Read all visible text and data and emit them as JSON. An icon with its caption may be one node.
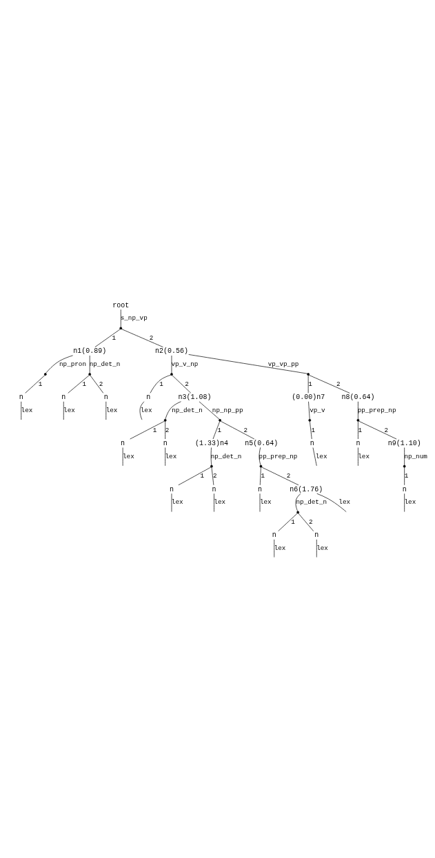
{
  "diagram": {
    "nodes": [
      {
        "text": [
          "root"
        ]
      },
      {
        "text": [],
        "shape": "point"
      },
      {
        "text": [
          "n1(0.89)"
        ]
      },
      {
        "text": [],
        "shape": "point"
      },
      {
        "text": [
          "n"
        ]
      },
      {
        "text": [],
        "shape": "point"
      },
      {
        "text": [
          "n"
        ]
      },
      {
        "text": [
          "n"
        ]
      },
      {
        "text": [
          "n2(0.56)"
        ]
      },
      {
        "text": [],
        "shape": "point"
      },
      {
        "text": [
          "n"
        ]
      },
      {
        "text": [
          "n3(1.08)"
        ]
      },
      {
        "text": [],
        "shape": "point"
      },
      {
        "text": [
          "n"
        ]
      },
      {
        "text": [
          "n"
        ]
      },
      {
        "text": [],
        "shape": "point"
      },
      {
        "text": [
          "(1.33)n4"
        ]
      },
      {
        "text": [],
        "shape": "point"
      },
      {
        "text": [
          "n"
        ]
      },
      {
        "text": [
          "n"
        ]
      },
      {
        "text": [
          "n5(0.64)"
        ]
      },
      {
        "text": [],
        "shape": "point"
      },
      {
        "text": [
          "n"
        ]
      },
      {
        "text": [
          "n6(1.76)"
        ]
      },
      {
        "text": [],
        "shape": "point"
      },
      {
        "text": [
          "n"
        ]
      },
      {
        "text": [
          "n"
        ]
      },
      {
        "text": [],
        "shape": "point"
      },
      {
        "text": [
          "(0.00)n7"
        ]
      },
      {
        "text": [],
        "shape": "point"
      },
      {
        "text": [
          "n"
        ]
      },
      {
        "text": [
          "n8(0.64)"
        ]
      },
      {
        "text": [],
        "shape": "point"
      },
      {
        "text": [
          "n"
        ]
      },
      {
        "text": [
          "n9(1.10)"
        ]
      },
      {
        "text": [],
        "shape": "point"
      },
      {
        "text": [
          "n"
        ]
      }
    ],
    "edges": [
      {
        "from": 0,
        "to": 1,
        "arrow": "none",
        "label": "s_np_vp"
      },
      {
        "from": 1,
        "to": 2,
        "arrow": "none",
        "label": "1"
      },
      {
        "from": 1,
        "to": 8,
        "arrow": "none",
        "label": "2"
      },
      {
        "from": 2,
        "to": 3,
        "arrow": "none",
        "label": "np_pron"
      },
      {
        "from": 2,
        "to": 5,
        "arrow": "none",
        "label": "np_det_n"
      },
      {
        "from": 3,
        "to": 4,
        "arrow": "none",
        "label": "1"
      },
      {
        "from": 5,
        "to": 6,
        "arrow": "none",
        "label": "1"
      },
      {
        "from": 5,
        "to": 7,
        "arrow": "none",
        "label": "2"
      },
      {
        "from": 4,
        "to": null,
        "arrow": "none",
        "label": "lex"
      },
      {
        "from": 6,
        "to": null,
        "arrow": "none",
        "label": "lex"
      },
      {
        "from": 7,
        "to": null,
        "arrow": "none",
        "label": "lex"
      },
      {
        "from": 8,
        "to": 9,
        "arrow": "none",
        "label": "vp_v_np"
      },
      {
        "from": 8,
        "to": 27,
        "arrow": "none",
        "label": "vp_vp_pp"
      },
      {
        "from": 9,
        "to": 10,
        "arrow": "none",
        "label": "1"
      },
      {
        "from": 9,
        "to": 11,
        "arrow": "none",
        "label": "2"
      },
      {
        "from": 27,
        "to": 28,
        "arrow": "none",
        "label": "1"
      },
      {
        "from": 27,
        "to": 31,
        "arrow": "none",
        "label": "2"
      },
      {
        "from": 10,
        "to": null,
        "arrow": "none",
        "label": "lex"
      },
      {
        "from": 28,
        "to": 29,
        "arrow": "none",
        "label": "vp_v"
      },
      {
        "from": 31,
        "to": 32,
        "arrow": "none",
        "label": "pp_prep_np"
      },
      {
        "from": 11,
        "to": 12,
        "arrow": "none",
        "label": "np_det_n"
      },
      {
        "from": 11,
        "to": 15,
        "arrow": "none",
        "label": "np_np_pp"
      },
      {
        "from": 29,
        "to": 30,
        "arrow": "none",
        "label": "1"
      },
      {
        "from": 32,
        "to": 33,
        "arrow": "none",
        "label": "1"
      },
      {
        "from": 32,
        "to": 34,
        "arrow": "none",
        "label": "2"
      },
      {
        "from": 30,
        "to": null,
        "arrow": "none",
        "label": "lex"
      },
      {
        "from": 33,
        "to": null,
        "arrow": "none",
        "label": "lex"
      },
      {
        "from": 34,
        "to": 35,
        "arrow": "none",
        "label": "np_num"
      },
      {
        "from": 35,
        "to": 36,
        "arrow": "none",
        "label": "1"
      },
      {
        "from": 36,
        "to": null,
        "arrow": "none",
        "label": "lex"
      },
      {
        "from": 12,
        "to": 13,
        "arrow": "none",
        "label": "1"
      },
      {
        "from": 12,
        "to": 14,
        "arrow": "none",
        "label": "2"
      },
      {
        "from": 13,
        "to": null,
        "arrow": "none",
        "label": "lex"
      },
      {
        "from": 14,
        "to": null,
        "arrow": "none",
        "label": "lex"
      },
      {
        "from": 15,
        "to": 16,
        "arrow": "none",
        "label": "1"
      },
      {
        "from": 15,
        "to": 20,
        "arrow": "none",
        "label": "2"
      },
      {
        "from": 16,
        "to": 17,
        "arrow": "none",
        "label": "np_det_n"
      },
      {
        "from": 20,
        "to": 21,
        "arrow": "none",
        "label": "pp_prep_np"
      },
      {
        "from": 17,
        "to": 18,
        "arrow": "none",
        "label": "1"
      },
      {
        "from": 17,
        "to": 19,
        "arrow": "none",
        "label": "2"
      },
      {
        "from": 21,
        "to": 22,
        "arrow": "none",
        "label": "1"
      },
      {
        "from": 21,
        "to": 23,
        "arrow": "none",
        "label": "2"
      },
      {
        "from": 18,
        "to": null,
        "arrow": "none",
        "label": "lex"
      },
      {
        "from": 19,
        "to": null,
        "arrow": "none",
        "label": "lex"
      },
      {
        "from": 22,
        "to": null,
        "arrow": "none",
        "label": "lex"
      },
      {
        "from": 23,
        "to": null,
        "arrow": "none",
        "label": "lex"
      },
      {
        "from": 23,
        "to": 24,
        "arrow": "none",
        "label": "np_det_n"
      },
      {
        "from": 24,
        "to": 25,
        "arrow": "none",
        "label": "1"
      },
      {
        "from": 24,
        "to": 26,
        "arrow": "none",
        "label": "2"
      },
      {
        "from": 25,
        "to": null,
        "arrow": "none",
        "label": "lex"
      },
      {
        "from": 26,
        "to": null,
        "arrow": "none",
        "label": "lex"
      }
    ]
  }
}
